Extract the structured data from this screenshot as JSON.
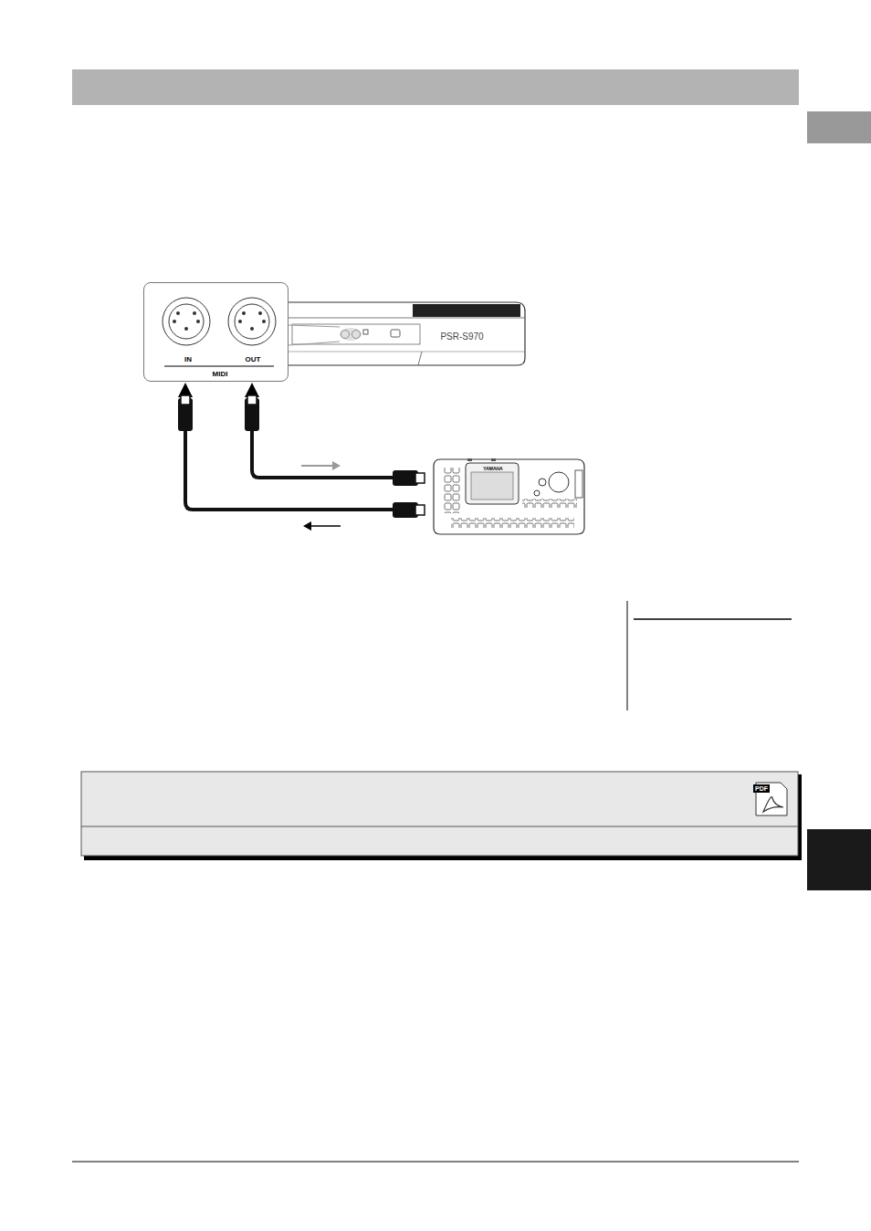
{
  "diagram": {
    "nodes": [
      {
        "text": [
          "IN",
          "OUT",
          "MIDI"
        ]
      },
      {
        "text": [
          "PSR-S970"
        ]
      },
      {
        "text": [
          "YAMAHA"
        ]
      },
      {
        "text": [
          "PDF"
        ]
      }
    ],
    "edges": [
      {
        "from": 2,
        "to": 0,
        "arrow": "to"
      },
      {
        "from": 2,
        "to": 0,
        "arrow": "to"
      }
    ]
  }
}
